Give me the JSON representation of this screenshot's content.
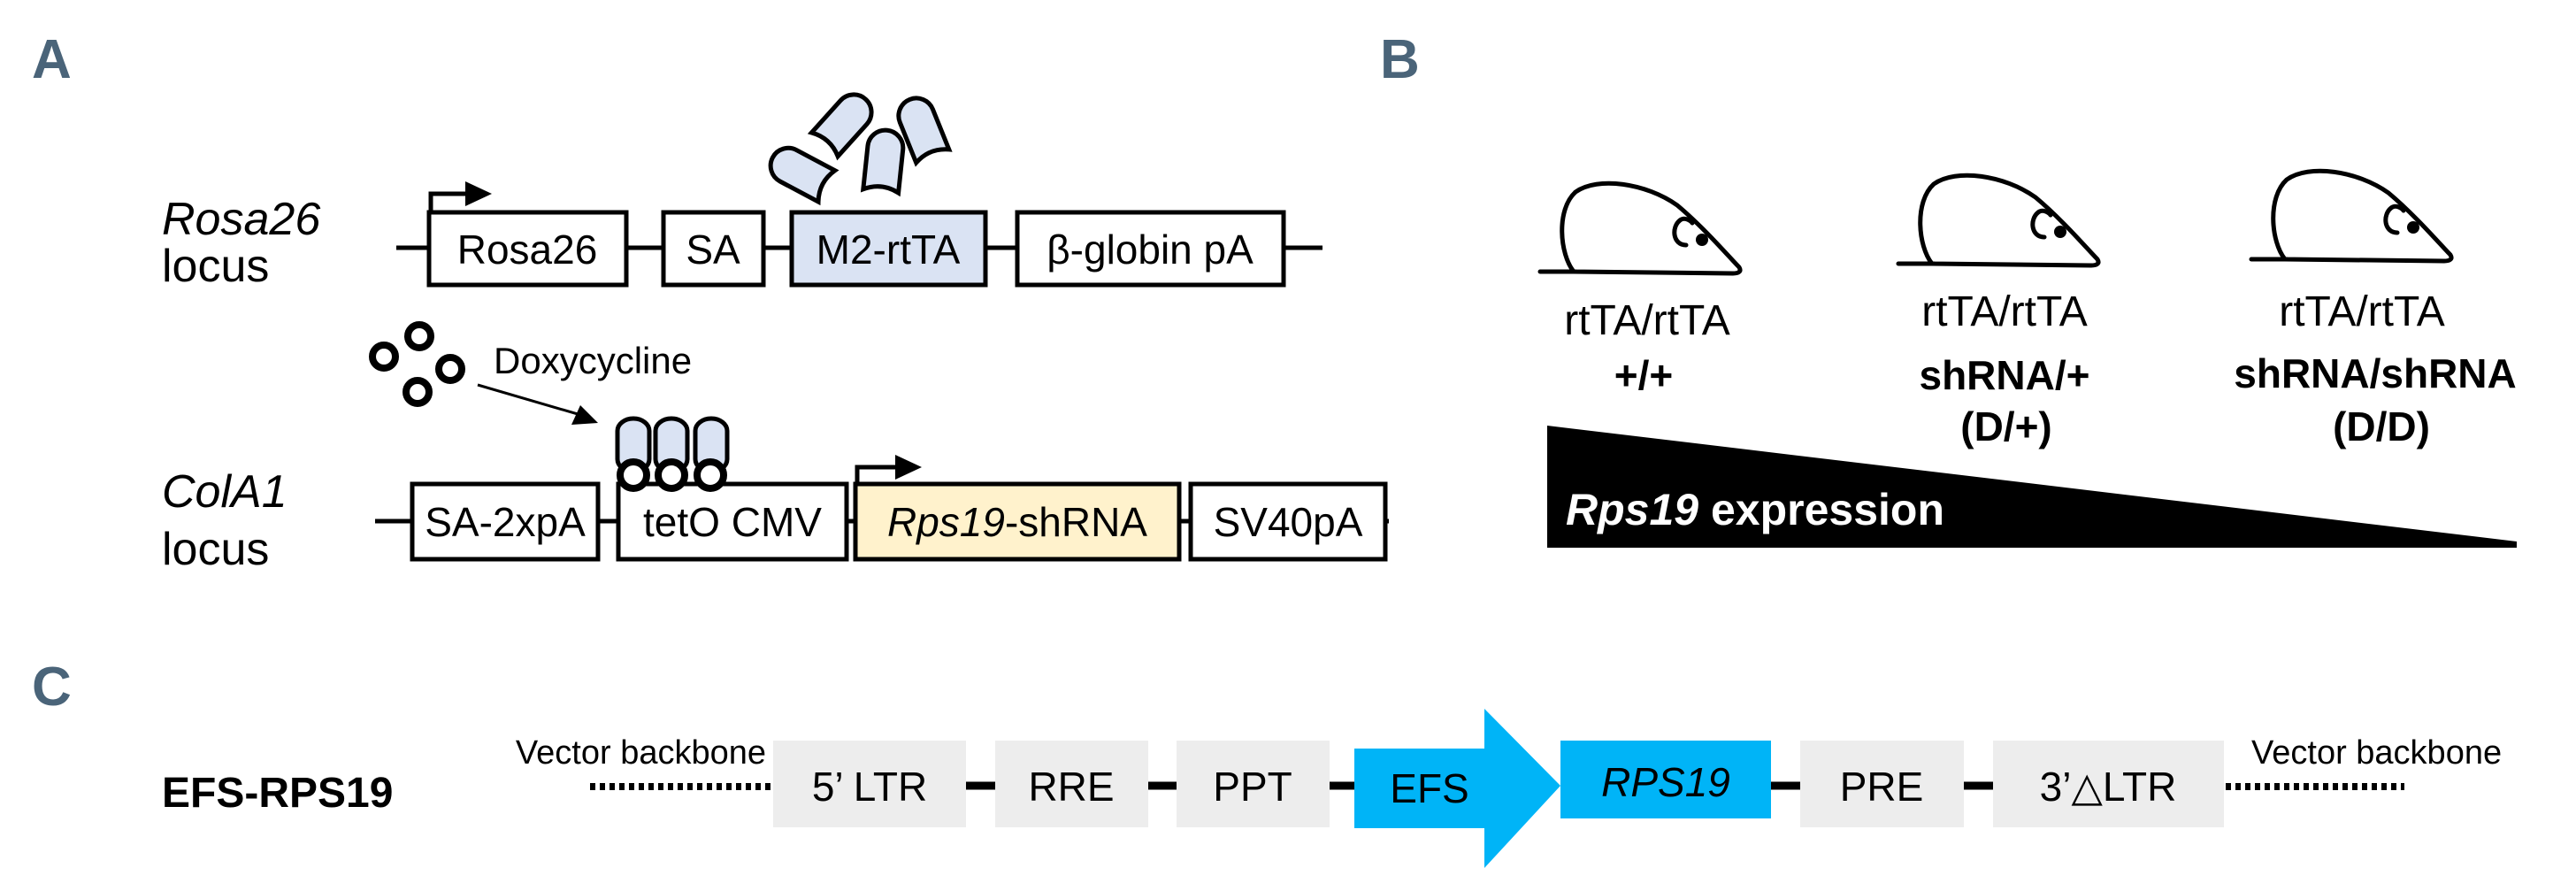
{
  "colors": {
    "panel_label": "#4a6479",
    "rtta_fill": "#dae3f3",
    "shrna_fill": "#fff2cc",
    "lenti_box_fill": "#ededed",
    "efs_blue": "#00b4f7",
    "triangle": "#000000"
  },
  "panel_a": {
    "label": "A",
    "rosa26_locus": {
      "name": "Rosa26",
      "word": "locus",
      "elements": [
        "Rosa26",
        "SA",
        "M2-rtTA",
        "β-globin pA"
      ],
      "promoter_arrow_on": "Rosa26",
      "protein_icon": "rtTA-protein-capsules"
    },
    "doxycycline": {
      "label": "Doxycycline",
      "icon": "doxycycline-molecule-circles"
    },
    "cola1_locus": {
      "name": "ColA1",
      "word": "locus",
      "elements": [
        {
          "label": "SA-2xpA"
        },
        {
          "label": "tetO CMV"
        },
        {
          "label_italic": "Rps19",
          "label_rest": "-shRNA"
        },
        {
          "label": "SV40pA"
        }
      ],
      "promoter_arrow_on": "Rps19-shRNA"
    }
  },
  "panel_b": {
    "label": "B",
    "mice": [
      {
        "line1": "rtTA/rtTA",
        "line2": "+/+",
        "line3": ""
      },
      {
        "line1": "rtTA/rtTA",
        "line2": "shRNA/+",
        "line3": "(D/+)"
      },
      {
        "line1": "rtTA/rtTA",
        "line2": "shRNA/shRNA",
        "line3": "(D/D)"
      }
    ],
    "gradient": {
      "label_italic": "Rps19",
      "label_rest": " expression",
      "direction": "decreasing left-to-right"
    }
  },
  "panel_c": {
    "label": "C",
    "construct_name": "EFS-RPS19",
    "backbone_left": "Vector backbone",
    "backbone_right": "Vector backbone",
    "elements": [
      {
        "label": "5’ LTR",
        "style": "grey"
      },
      {
        "label": "RRE",
        "style": "grey"
      },
      {
        "label": "PPT",
        "style": "grey"
      },
      {
        "label": "EFS",
        "style": "blue-arrow"
      },
      {
        "label": "RPS19",
        "style": "blue-italic"
      },
      {
        "label": "PRE",
        "style": "grey"
      },
      {
        "label": "3’△LTR",
        "style": "grey"
      }
    ]
  }
}
